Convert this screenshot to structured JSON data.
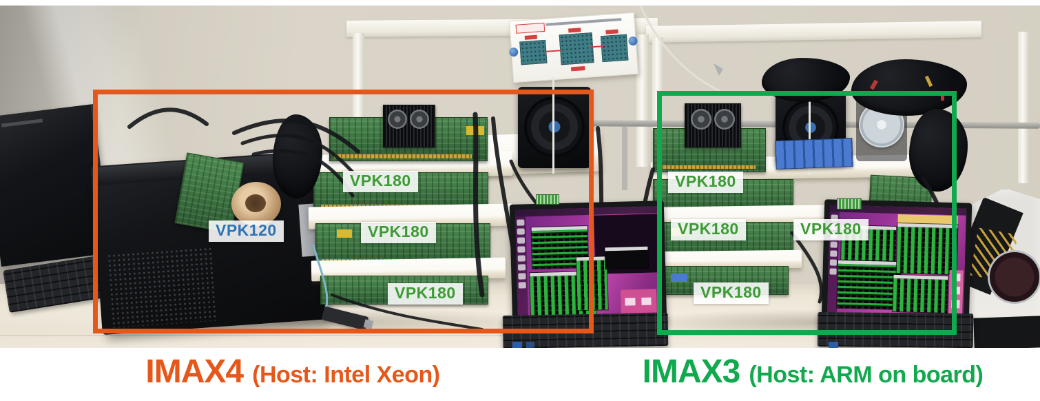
{
  "figure": {
    "description": "Lab photo of two FPGA prototype systems on shelving, annotated with colored boxes and board labels",
    "captions": [
      {
        "system": "IMAX4",
        "host": "(Host: Intel Xeon)",
        "color": "#e5581c"
      },
      {
        "system": "IMAX3",
        "host": "(Host: ARM on board)",
        "color": "#12a94e"
      }
    ],
    "annotation_boxes": [
      {
        "label": "IMAX4",
        "color": "#e5581c"
      },
      {
        "label": "IMAX3",
        "color": "#12a94e"
      }
    ],
    "board_labels": [
      {
        "text": "VPK180",
        "color": "#3e9a35",
        "group": "IMAX4"
      },
      {
        "text": "VPK120",
        "color": "#2e74b5",
        "group": "IMAX4"
      },
      {
        "text": "VPK180",
        "color": "#3e9a35",
        "group": "IMAX4"
      },
      {
        "text": "VPK180",
        "color": "#3e9a35",
        "group": "IMAX4"
      },
      {
        "text": "VPK180",
        "color": "#3e9a35",
        "group": "IMAX3"
      },
      {
        "text": "VPK180",
        "color": "#3e9a35",
        "group": "IMAX3"
      },
      {
        "text": "VPK180",
        "color": "#3e9a35",
        "group": "IMAX3"
      },
      {
        "text": "VPK180",
        "color": "#3e9a35",
        "group": "IMAX3"
      }
    ]
  }
}
